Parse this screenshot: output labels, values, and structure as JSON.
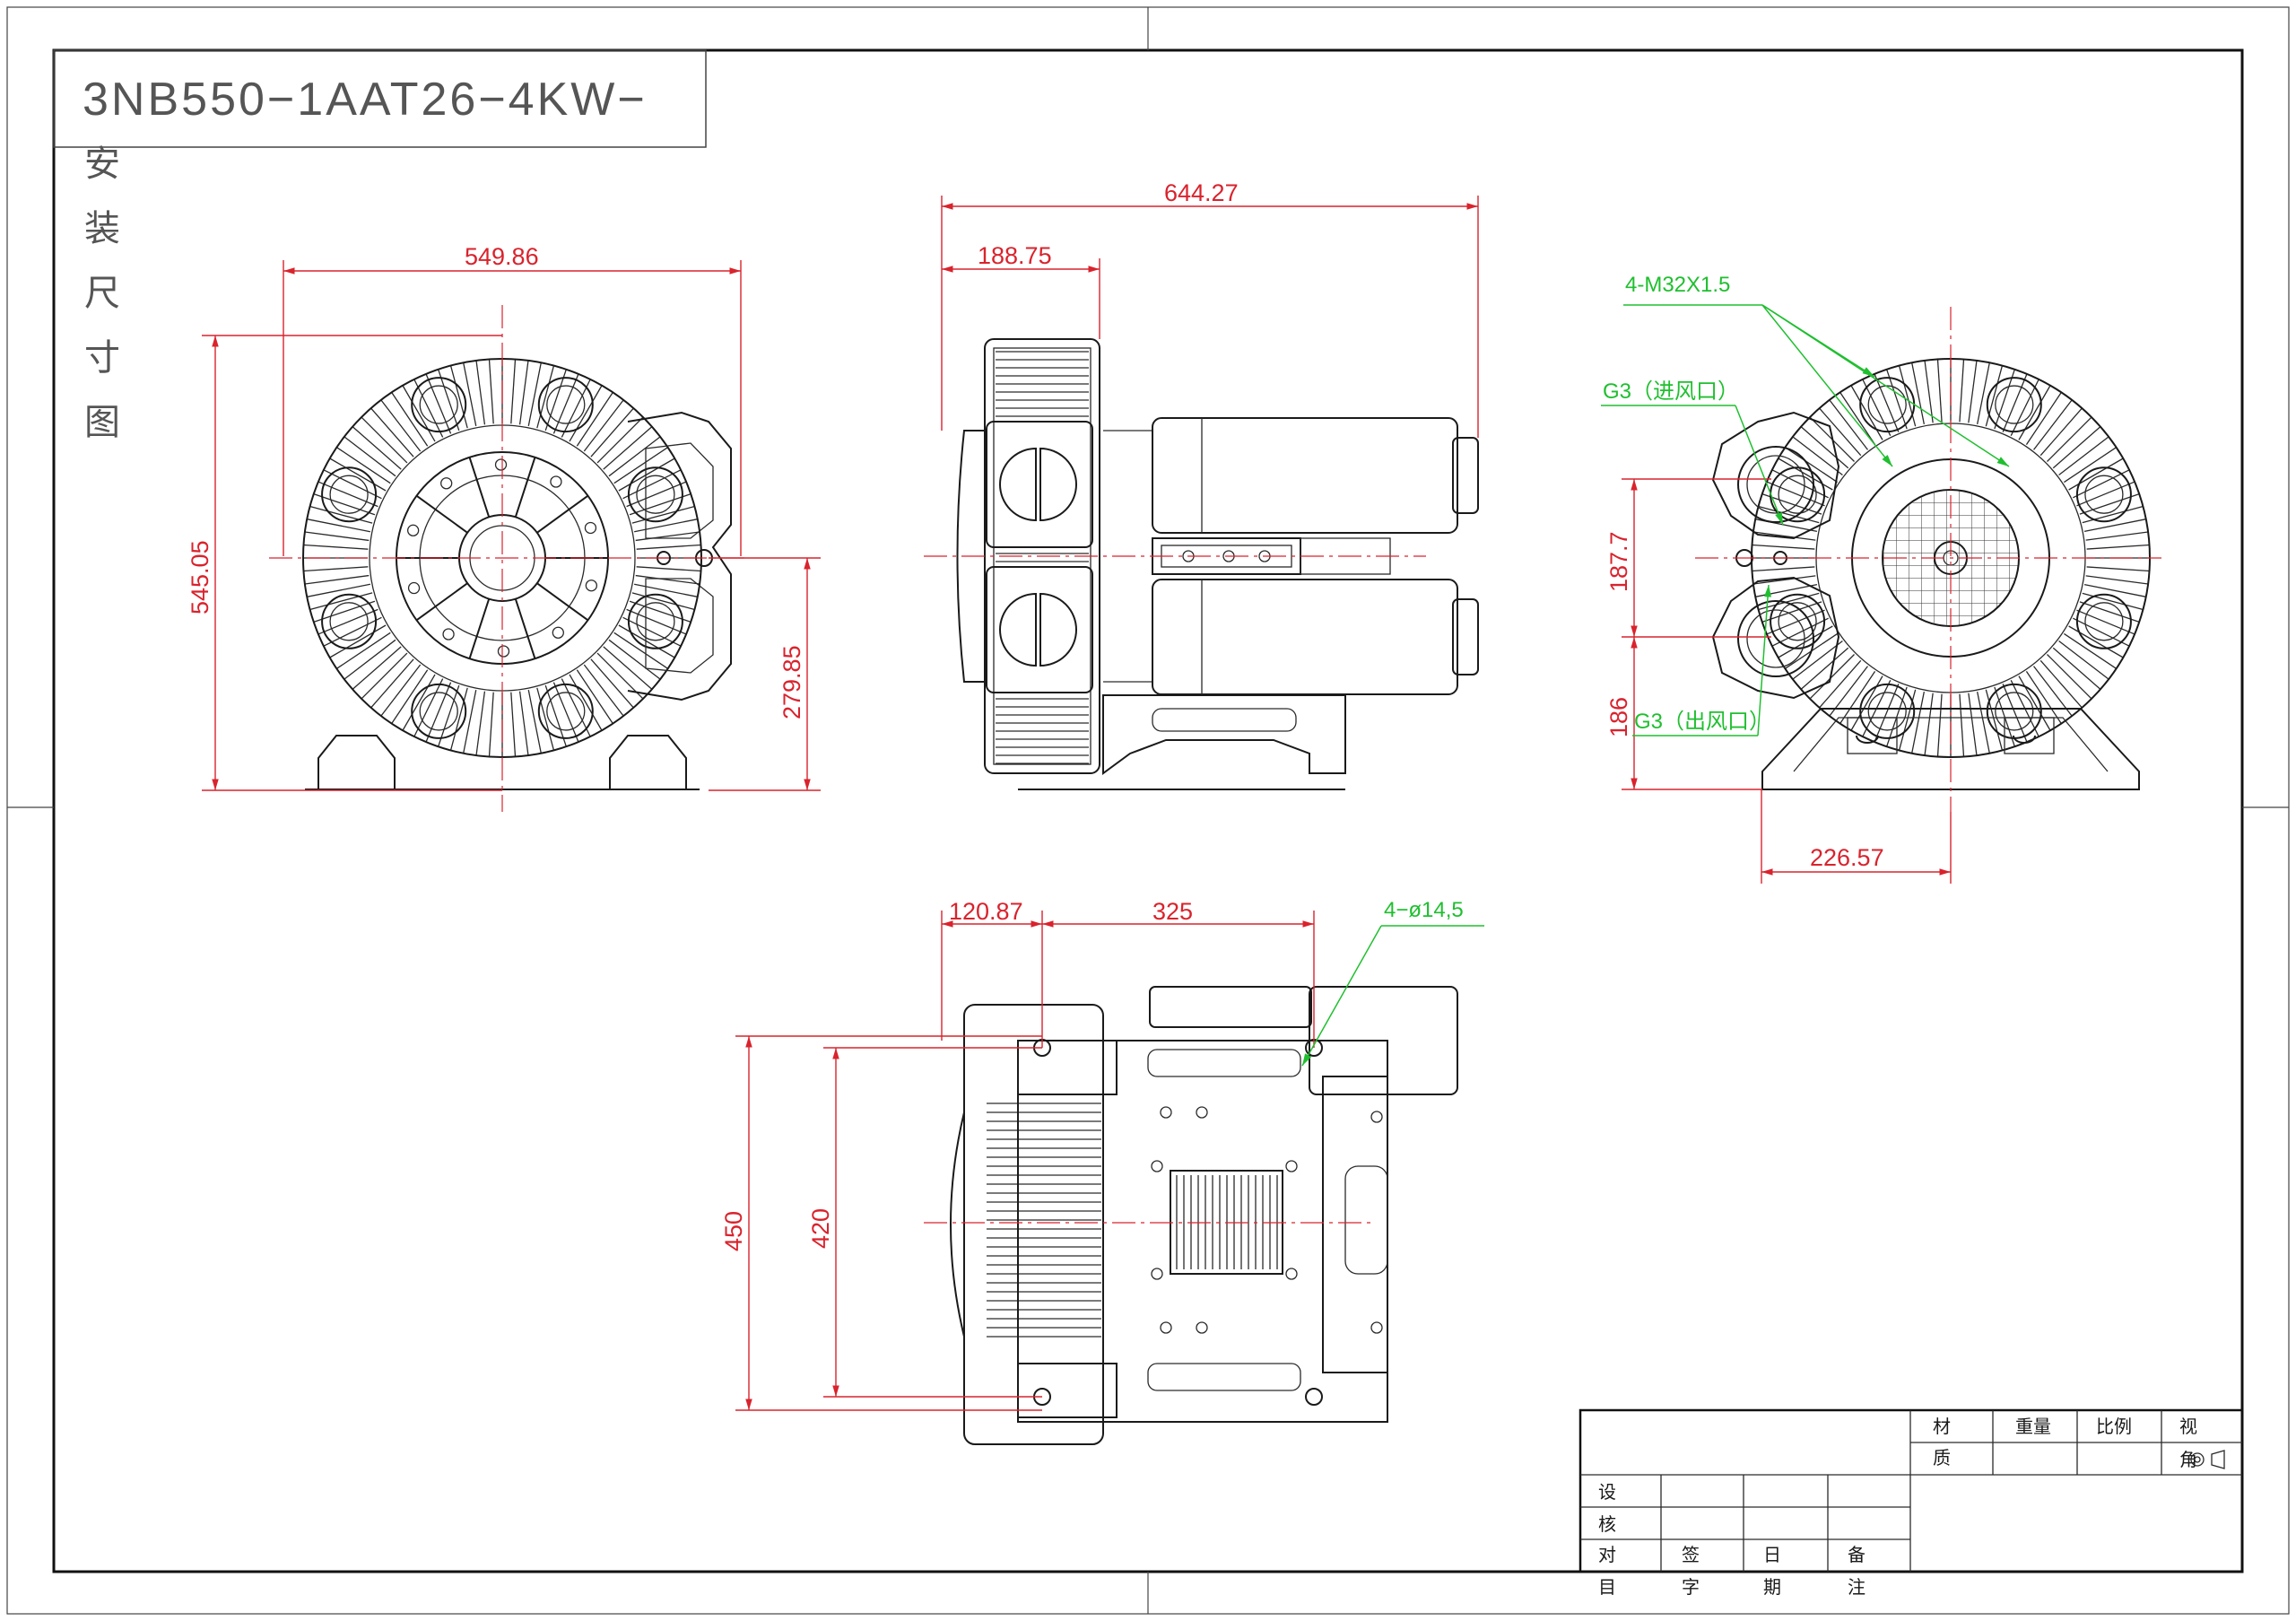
{
  "title_block": {
    "model": "3NB550−1AAT26−4KW−",
    "subtitle_chars": [
      "安",
      "装",
      "尺",
      "寸",
      "图"
    ]
  },
  "dimensions": {
    "front_width": "549.86",
    "front_height": "545.05",
    "front_center_height": "279.85",
    "side_total_length": "644.27",
    "side_head_length": "188.75",
    "rear_upper": "187.7",
    "rear_lower": "186",
    "rear_half_width": "226.57",
    "bottom_offset": "120.87",
    "bottom_hole_spacing": "325",
    "bottom_outer": "450",
    "bottom_inner": "420"
  },
  "annotations": {
    "thread": "4-M32X1.5",
    "inlet": "G3（进风口）",
    "outlet": "G3（出风口）",
    "mount_holes": "4−ø14,5"
  },
  "table": {
    "material": "材",
    "material2": "质",
    "weight": "重量",
    "scale": "比例",
    "view1": "视",
    "view2": "角",
    "design": "设",
    "check": "核",
    "count": "对",
    "item": "目",
    "sign": "签",
    "sign2": "字",
    "date": "日",
    "date2": "期",
    "remark": "备",
    "remark2": "注"
  },
  "colors": {
    "dimension": "#d9232d",
    "annotation": "#1fbf2f",
    "outline": "#1a1a1a"
  }
}
